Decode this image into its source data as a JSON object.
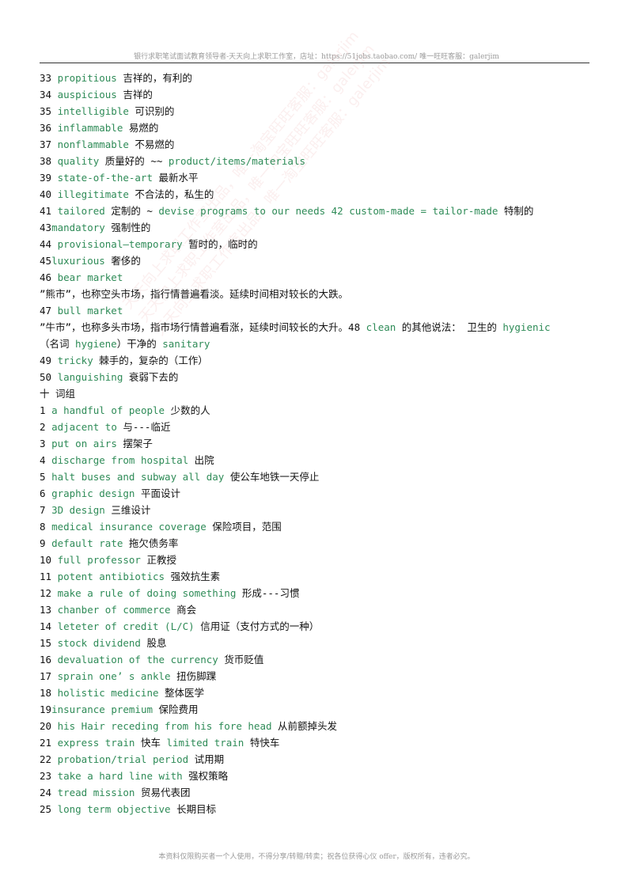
{
  "header": {
    "text": "银行求职笔试面试教育领导者-天天向上求职工作室，店址：https://51jobs.taobao.com/ 唯一旺旺客服：galerjim"
  },
  "watermark": {
    "text": "天天向上求职工作室出品，唯一淘宝旺旺客服：galerjim"
  },
  "lines": [
    {
      "pre": "33 ",
      "en": "propitious",
      "zh": " 吉祥的，有利的"
    },
    {
      "pre": "34 ",
      "en": "auspicious",
      "zh": " 吉祥的"
    },
    {
      "pre": "35 ",
      "en": "intelligible",
      "zh": " 可识别的"
    },
    {
      "pre": "36 ",
      "en": "inflammable",
      "zh": " 易燃的"
    },
    {
      "pre": "37 ",
      "en": "nonflammable",
      "zh": " 不易燃的"
    },
    {
      "pre": "38 ",
      "en": "quality",
      "zh": " 质量好的 ~~ ",
      "en2": "product/items/materials"
    },
    {
      "pre": "39 ",
      "en": "state-of-the-art",
      "zh": " 最新水平"
    },
    {
      "pre": "40 ",
      "en": "illegitimate",
      "zh": " 不合法的，私生的"
    },
    {
      "pre": "41 ",
      "en": "tailored",
      "zh": " 定制的 ~ ",
      "en2": "devise programs to our needs 42 custom-made = tailor-made",
      "zh2": " 特制的"
    },
    {
      "pre": "43",
      "en": "mandatory",
      "zh": " 强制性的"
    },
    {
      "pre": "44 ",
      "en": "provisional—temporary",
      "zh": " 暂时的，临时的"
    },
    {
      "pre": "45",
      "en": "luxurious",
      "zh": " 奢侈的"
    },
    {
      "pre": "46 ",
      "en": "bear market",
      "zh": ""
    },
    {
      "pre": "",
      "en": "",
      "zh": "”熊市”，也称空头市场，指行情普遍看淡。延续时间相对较长的大跌。"
    },
    {
      "pre": "47 ",
      "en": "bull market",
      "zh": ""
    },
    {
      "pre": "",
      "en": "",
      "zh": "”牛市”，也称多头市场，指市场行情普遍看涨，延续时间较长的大升。48 ",
      "en2": "clean",
      "zh2": " 的其他说法： 卫生的 ",
      "en3": "hygienic"
    },
    {
      "pre": "",
      "en": "",
      "zh": "（名词 ",
      "en2": "hygiene",
      "zh2": "）干净的 ",
      "en3": "sanitary"
    },
    {
      "pre": "49 ",
      "en": "tricky",
      "zh": " 棘手的，复杂的（工作）"
    },
    {
      "pre": "50 ",
      "en": "languishing",
      "zh": " 衰弱下去的"
    },
    {
      "pre": "",
      "en": "",
      "zh": "十 词组"
    },
    {
      "pre": "1 ",
      "en": "a handful of people",
      "zh": " 少数的人"
    },
    {
      "pre": "2 ",
      "en": "adjacent to",
      "zh": " 与---临近"
    },
    {
      "pre": "3 ",
      "en": "put on airs",
      "zh": " 摆架子"
    },
    {
      "pre": "4 ",
      "en": "discharge from hospital",
      "zh": " 出院"
    },
    {
      "pre": "5 ",
      "en": "halt buses and subway all day",
      "zh": " 使公车地铁一天停止"
    },
    {
      "pre": "6 ",
      "en": "graphic design",
      "zh": " 平面设计"
    },
    {
      "pre": "7 ",
      "en": "3D design",
      "zh": " 三维设计"
    },
    {
      "pre": "8 ",
      "en": "medical insurance coverage",
      "zh": " 保险项目，范围"
    },
    {
      "pre": "9 ",
      "en": "default rate",
      "zh": " 拖欠债务率"
    },
    {
      "pre": "10 ",
      "en": "full professor",
      "zh": " 正教授"
    },
    {
      "pre": "11 ",
      "en": "potent antibiotics",
      "zh": " 强效抗生素"
    },
    {
      "pre": "12 ",
      "en": "make a rule of doing something",
      "zh": " 形成---习惯"
    },
    {
      "pre": "13 ",
      "en": "chanber of commerce",
      "zh": " 商会"
    },
    {
      "pre": "14 ",
      "en": "leteter of credit (L/C)",
      "zh": " 信用证（支付方式的一种）"
    },
    {
      "pre": "15 ",
      "en": "stock dividend",
      "zh": " 股息"
    },
    {
      "pre": "16 ",
      "en": "devaluation of the currency",
      "zh": " 货币贬值"
    },
    {
      "pre": "17 ",
      "en": "sprain one’ s ankle",
      "zh": " 扭伤脚踝"
    },
    {
      "pre": "18 ",
      "en": "holistic medicine",
      "zh": " 整体医学"
    },
    {
      "pre": "19",
      "en": "insurance premium",
      "zh": " 保险费用"
    },
    {
      "pre": "20 ",
      "en": "his Hair receding from his fore head",
      "zh": " 从前额掉头发"
    },
    {
      "pre": "21 ",
      "en": "express train",
      "zh": " 快车 ",
      "en2": "limited train",
      "zh2": " 特快车"
    },
    {
      "pre": "22 ",
      "en": "probation/trial period",
      "zh": " 试用期"
    },
    {
      "pre": "23 ",
      "en": "take a hard line with",
      "zh": " 强权策略"
    },
    {
      "pre": "24 ",
      "en": "tread mission",
      "zh": " 贸易代表团"
    },
    {
      "pre": "25 ",
      "en": "long term objective",
      "zh": " 长期目标"
    }
  ],
  "footer": {
    "text": "本资料仅限购买者一个人使用，不得分享/转赠/转卖；祝各位获得心仪 offer，版权所有，违者必究。"
  },
  "colors": {
    "english_text": "#2e8b57",
    "body_text": "#111111",
    "watermark": "#dc7878"
  }
}
